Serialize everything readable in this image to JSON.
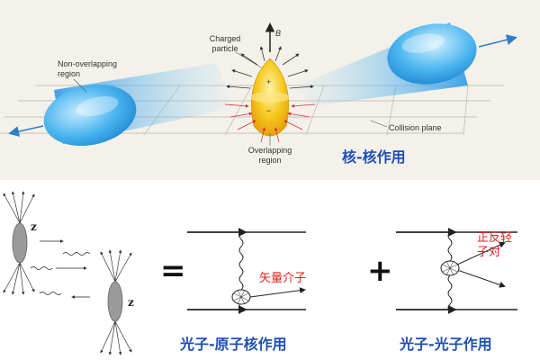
{
  "top": {
    "label_charged": "Charged",
    "label_particle": "particle",
    "label_b": "B",
    "label_plus": "+",
    "label_minus": "−",
    "label_nonoverlap_1": "Non-overlapping",
    "label_nonoverlap_2": "region",
    "label_overlap_1": "Overlapping",
    "label_overlap_2": "region",
    "label_collision": "Collision plane",
    "caption": "核-核作用"
  },
  "bottom": {
    "z_left": "z",
    "z_right": "z",
    "equals": "=",
    "plus": "+",
    "label_vector_meson": "矢量介子",
    "label_lepton_1": "正反轻",
    "label_lepton_2": "子对",
    "caption_photon_nucleus": "光子-原子核作用",
    "caption_photon_photon": "光子-光子作用"
  },
  "colors": {
    "caption_blue": "#1f4fb4",
    "label_red": "#e02020",
    "nucleus_blue": "#3aa6e8",
    "overlap_yellow": "#f5c21a",
    "top_panel_bg": "#f4f1ea"
  }
}
